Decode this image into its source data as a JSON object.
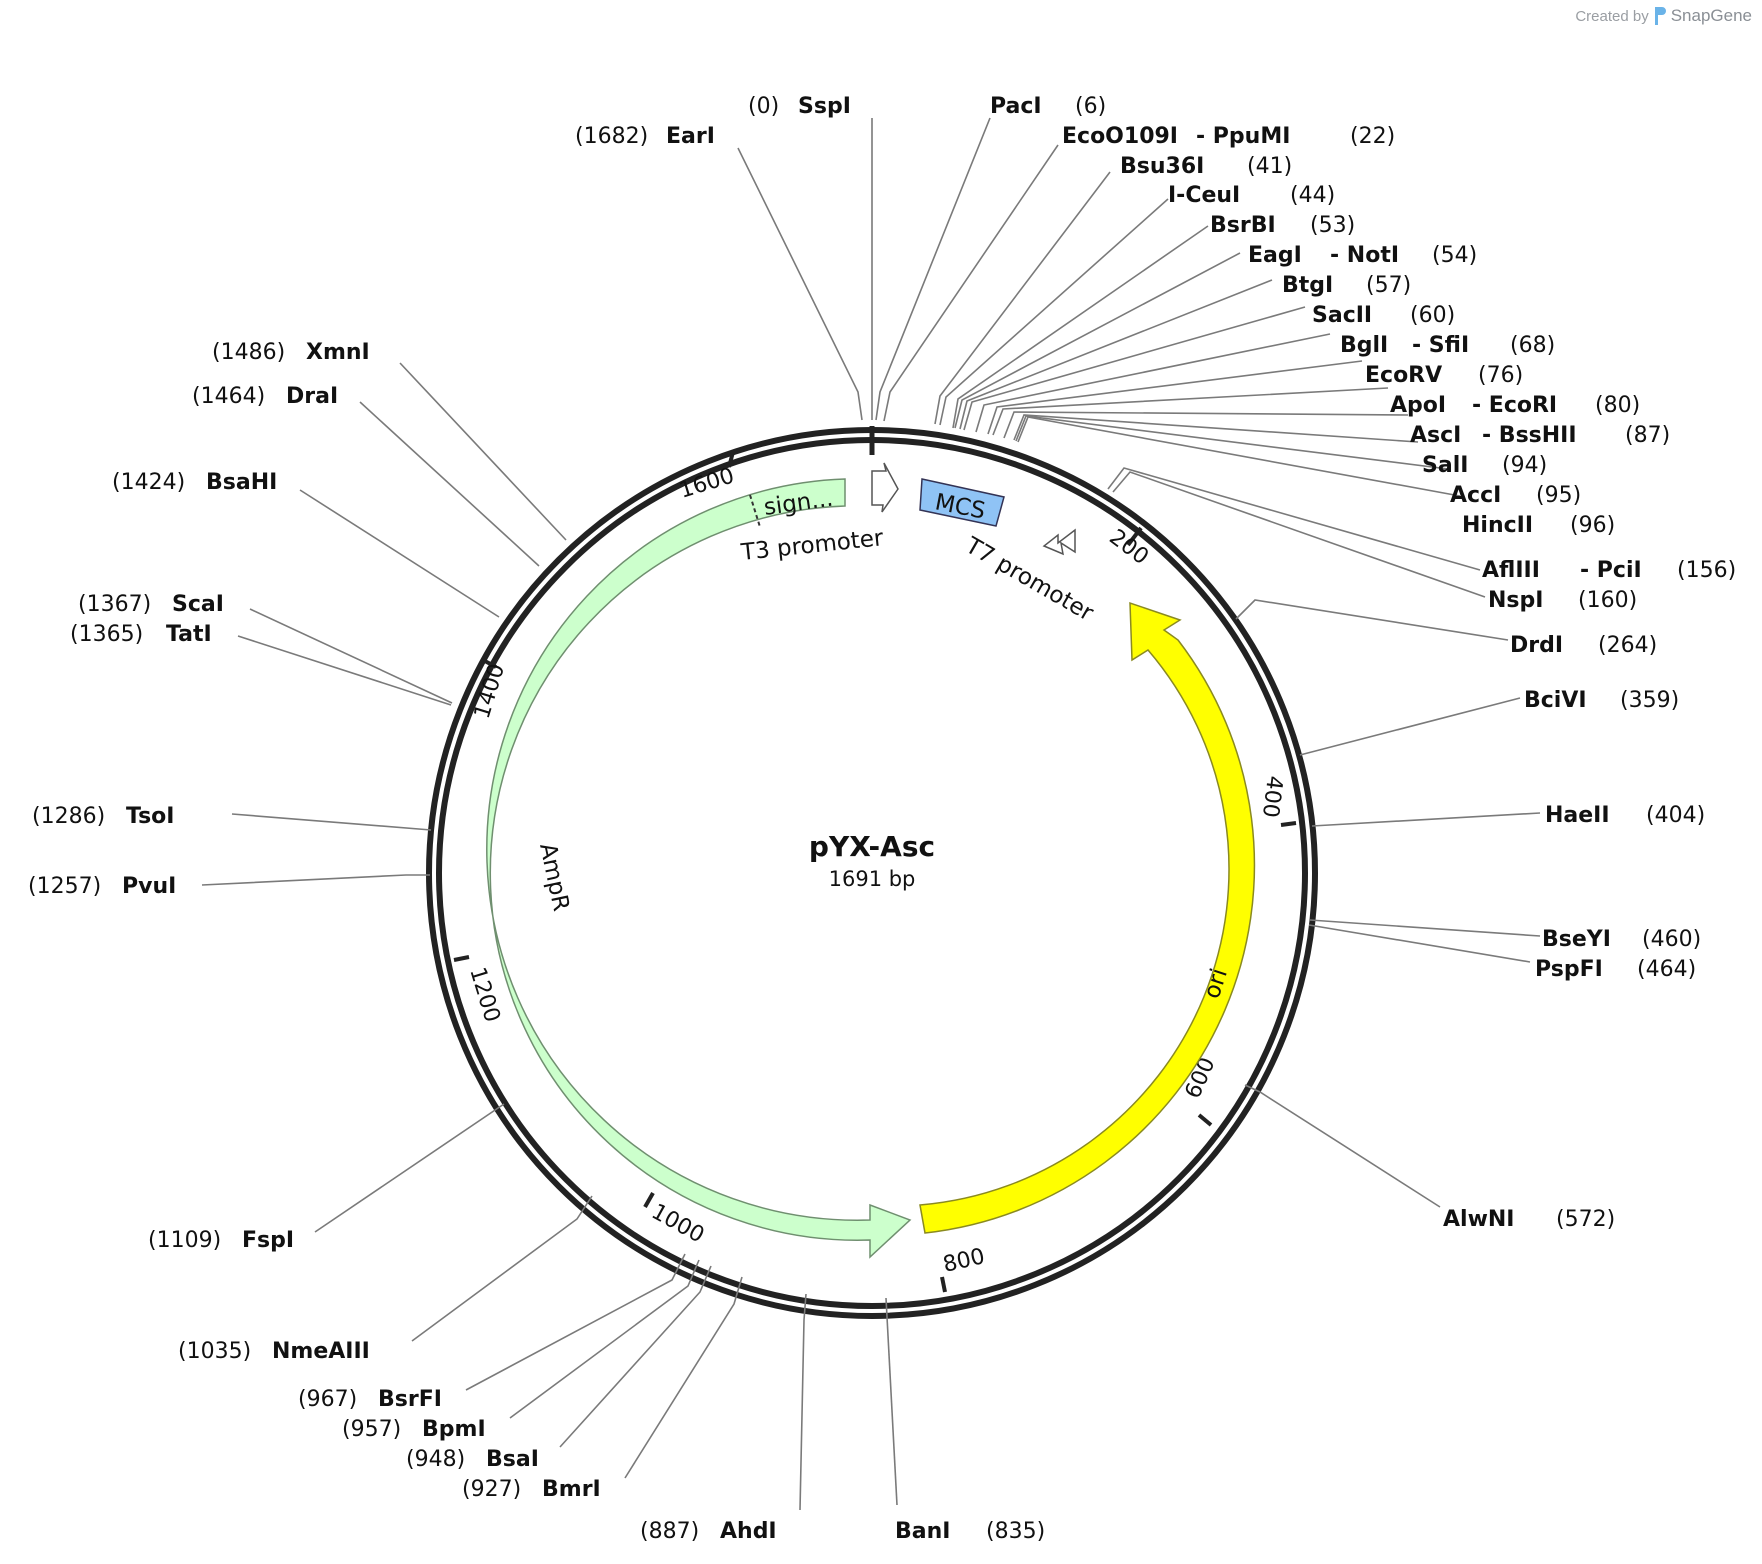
{
  "watermark": {
    "created_by": "Created by",
    "brand": "SnapGene"
  },
  "plasmid": {
    "name": "pYX-Asc",
    "size_label": "1691 bp",
    "length": 1691
  },
  "ticks": [
    "200",
    "400",
    "600",
    "800",
    "1000",
    "1200",
    "1400",
    "1600"
  ],
  "features": {
    "sign_label": "sign...",
    "t3_label": "T3 promoter",
    "mcs_label": "MCS",
    "t7_label": "T7 promoter",
    "ori_label": "ori",
    "ampr_label": "AmpR"
  },
  "sites": [
    {
      "pos": "(0)",
      "name": "SspI"
    },
    {
      "pos": "(1682)",
      "name": "EarI"
    },
    {
      "pos": "(6)",
      "name": "PacI"
    },
    {
      "pos": "(22)",
      "name": "EcoO109I",
      "name2": "PpuMI"
    },
    {
      "pos": "(41)",
      "name": "Bsu36I"
    },
    {
      "pos": "(44)",
      "name": "I-CeuI"
    },
    {
      "pos": "(53)",
      "name": "BsrBI"
    },
    {
      "pos": "(54)",
      "name": "EagI",
      "name2": "NotI"
    },
    {
      "pos": "(57)",
      "name": "BtgI"
    },
    {
      "pos": "(60)",
      "name": "SacII"
    },
    {
      "pos": "(68)",
      "name": "BglI",
      "name2": "SfiI"
    },
    {
      "pos": "(76)",
      "name": "EcoRV"
    },
    {
      "pos": "(80)",
      "name": "ApoI",
      "name2": "EcoRI"
    },
    {
      "pos": "(87)",
      "name": "AscI",
      "name2": "BssHII"
    },
    {
      "pos": "(94)",
      "name": "SalI"
    },
    {
      "pos": "(95)",
      "name": "AccI"
    },
    {
      "pos": "(96)",
      "name": "HincII"
    },
    {
      "pos": "(156)",
      "name": "AflIII",
      "name2": "PciI"
    },
    {
      "pos": "(160)",
      "name": "NspI"
    },
    {
      "pos": "(264)",
      "name": "DrdI"
    },
    {
      "pos": "(359)",
      "name": "BciVI"
    },
    {
      "pos": "(404)",
      "name": "HaeII"
    },
    {
      "pos": "(460)",
      "name": "BseYI"
    },
    {
      "pos": "(464)",
      "name": "PspFI"
    },
    {
      "pos": "(572)",
      "name": "AlwNI"
    },
    {
      "pos": "(835)",
      "name": "BanI"
    },
    {
      "pos": "(887)",
      "name": "AhdI"
    },
    {
      "pos": "(927)",
      "name": "BmrI"
    },
    {
      "pos": "(948)",
      "name": "BsaI"
    },
    {
      "pos": "(957)",
      "name": "BpmI"
    },
    {
      "pos": "(967)",
      "name": "BsrFI"
    },
    {
      "pos": "(1035)",
      "name": "NmeAIII"
    },
    {
      "pos": "(1109)",
      "name": "FspI"
    },
    {
      "pos": "(1257)",
      "name": "PvuI"
    },
    {
      "pos": "(1286)",
      "name": "TsoI"
    },
    {
      "pos": "(1365)",
      "name": "TatI"
    },
    {
      "pos": "(1367)",
      "name": "ScaI"
    },
    {
      "pos": "(1424)",
      "name": "BsaHI"
    },
    {
      "pos": "(1464)",
      "name": "DraI"
    },
    {
      "pos": "(1486)",
      "name": "XmnI"
    }
  ],
  "colors": {
    "ampr": "#ccffcc",
    "ori": "#ffff00",
    "mcs": "#8fc3f5",
    "backbone": "#222222",
    "leader": "#7a7a7a"
  }
}
